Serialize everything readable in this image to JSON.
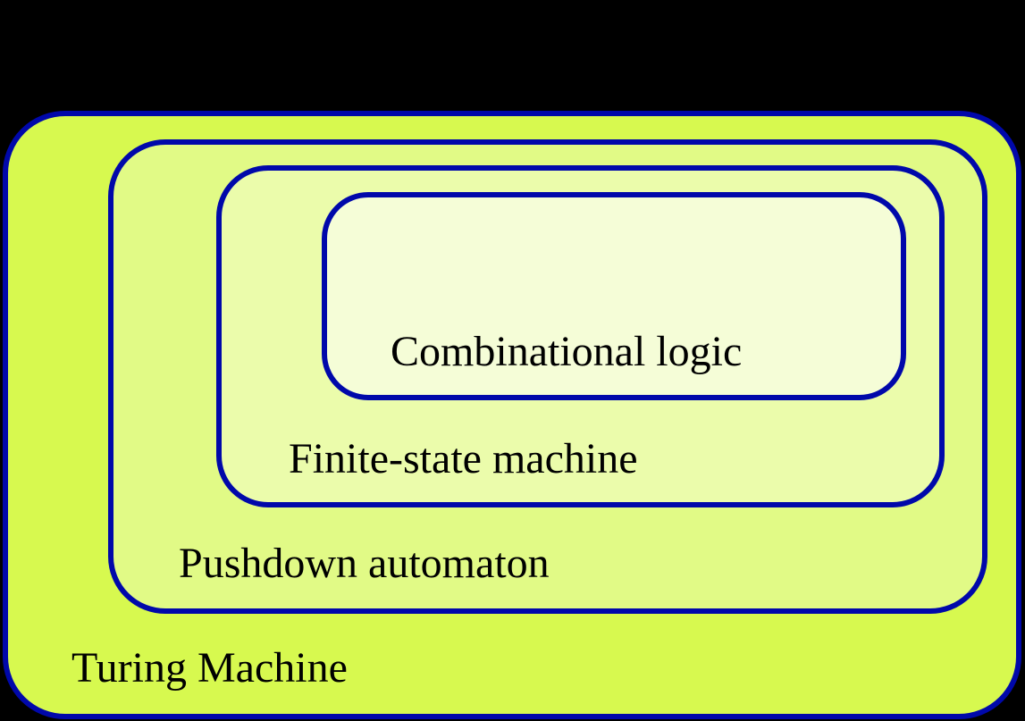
{
  "diagram": {
    "background_color": "#000000",
    "border_color": "#0008aa",
    "label_color": "#000000",
    "boxes": [
      {
        "id": "turing-machine",
        "label": "Turing Machine",
        "fill": "#d7f94f"
      },
      {
        "id": "pushdown-automaton",
        "label": "Pushdown automaton",
        "fill": "#e1fa86"
      },
      {
        "id": "finite-state-machine",
        "label": "Finite-state machine",
        "fill": "#ebfcab"
      },
      {
        "id": "combinational-logic",
        "label": "Combinational logic",
        "fill": "#f5fdd7"
      }
    ]
  }
}
